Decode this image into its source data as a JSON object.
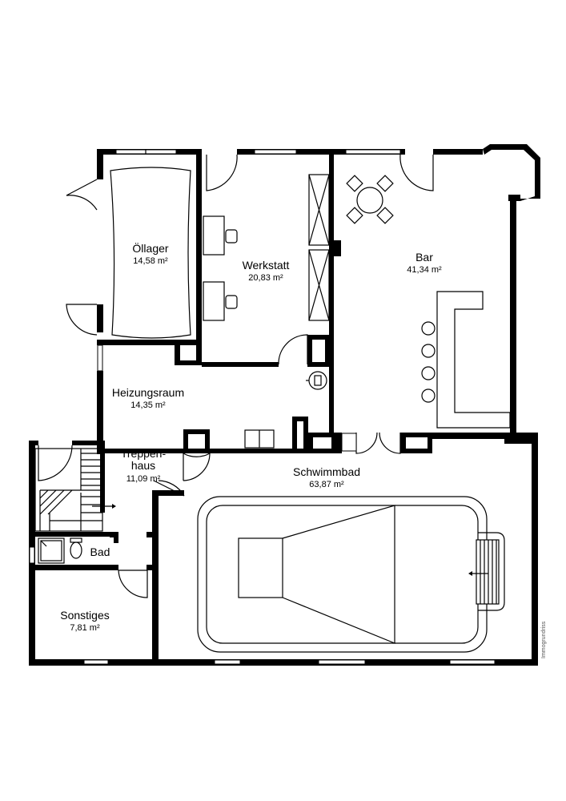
{
  "rooms": {
    "oellager": {
      "name": "Öllager",
      "area": "14,58 m²"
    },
    "werkstatt": {
      "name": "Werkstatt",
      "area": "20,83 m²"
    },
    "bar": {
      "name": "Bar",
      "area": "41,34 m²"
    },
    "heizungsraum": {
      "name": "Heizungsraum",
      "area": "14,35 m²"
    },
    "treppenhaus": {
      "name_line1": "Treppen-",
      "name_line2": "haus",
      "area": "11,09 m²"
    },
    "schwimmbad": {
      "name": "Schwimmbad",
      "area": "63,87 m²"
    },
    "bad": {
      "name": "Bad"
    },
    "sonstiges": {
      "name": "Sonstiges",
      "area": "7,81 m²"
    }
  },
  "credit": "Immogrundriss"
}
